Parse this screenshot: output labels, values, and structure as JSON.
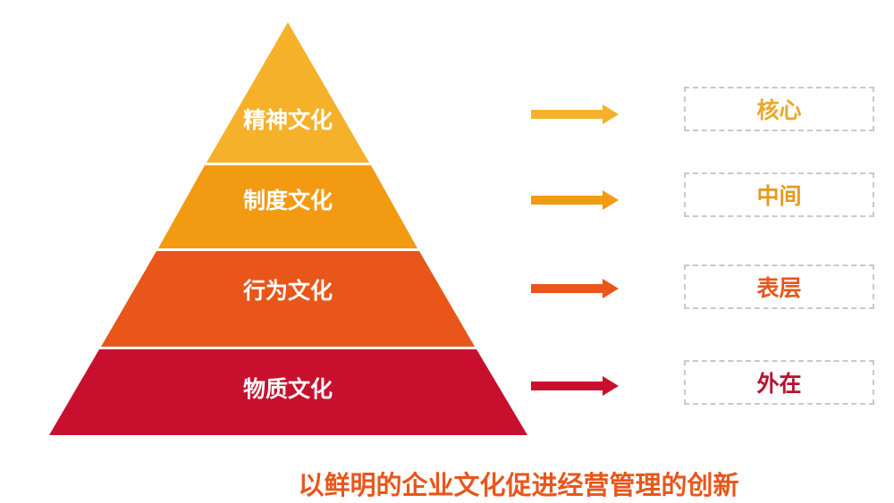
{
  "levels": [
    {
      "label": "精神文化",
      "tag": "核心",
      "color": "#f5b12a",
      "text_color": "#e9a72a"
    },
    {
      "label": "制度文化",
      "tag": "中间",
      "color": "#f39a13",
      "text_color": "#e39a1c"
    },
    {
      "label": "行为文化",
      "tag": "表层",
      "color": "#e8561a",
      "text_color": "#e8561a"
    },
    {
      "label": "物质文化",
      "tag": "外在",
      "color": "#c8102e",
      "text_color": "#b8122f"
    }
  ],
  "caption": "以鲜明的企业文化促进经营管理的创新"
}
